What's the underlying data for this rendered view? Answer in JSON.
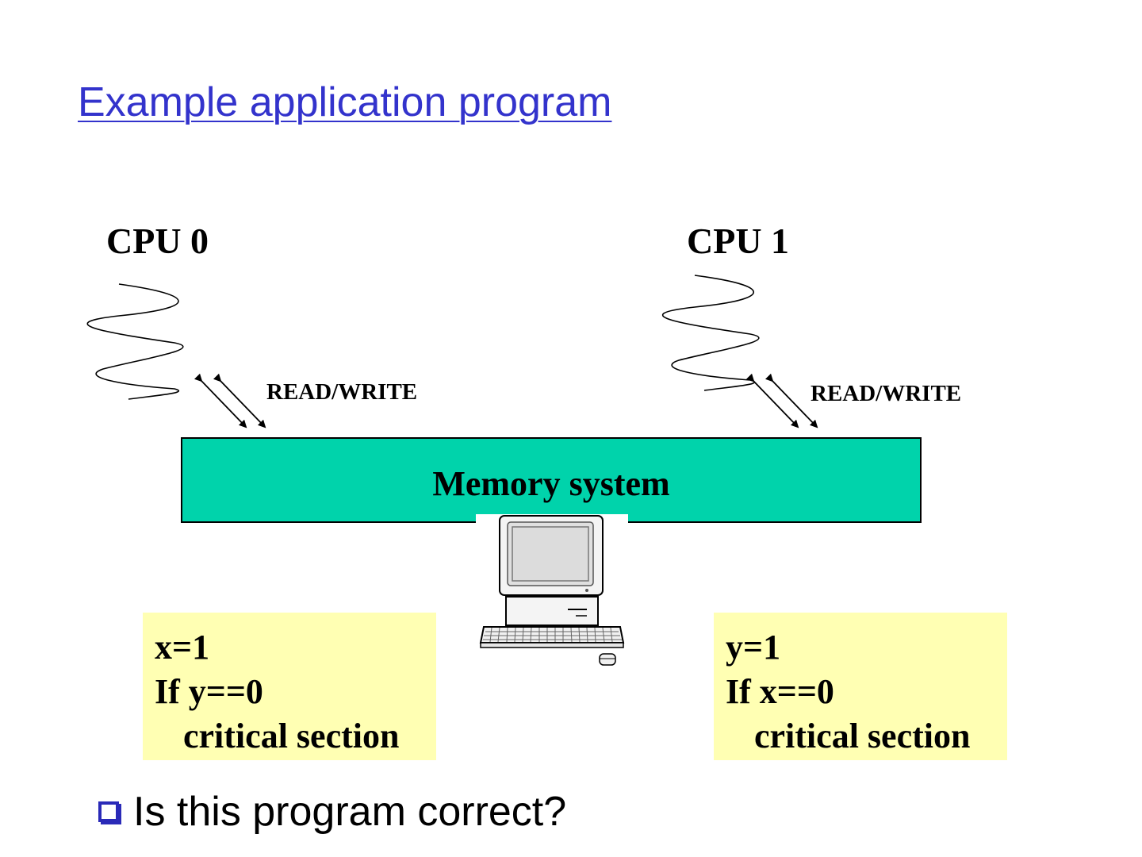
{
  "slide": {
    "title": "Example application program",
    "question": "Is this program correct?"
  },
  "diagram": {
    "cpu0_label": "CPU 0",
    "cpu1_label": "CPU 1",
    "rw_label_left": "READ/WRITE",
    "rw_label_right": "READ/WRITE",
    "memory_label": "Memory system",
    "memory_color": "#00d3ab",
    "code_box_color": "#ffffb3",
    "title_color": "#3333cc",
    "bullet_color": "#2a2ab8"
  },
  "code": {
    "cpu0": {
      "line1": "x=1",
      "line2": "If y==0",
      "line3": "critical section"
    },
    "cpu1": {
      "line1": "y=1",
      "line2": "If x==0",
      "line3": "critical section"
    }
  },
  "icons": {
    "bullet": "square-bullet-icon",
    "computer": "desktop-computer-icon",
    "thread": "thread-squiggle-icon",
    "arrow": "bidirectional-arrow-icon"
  }
}
